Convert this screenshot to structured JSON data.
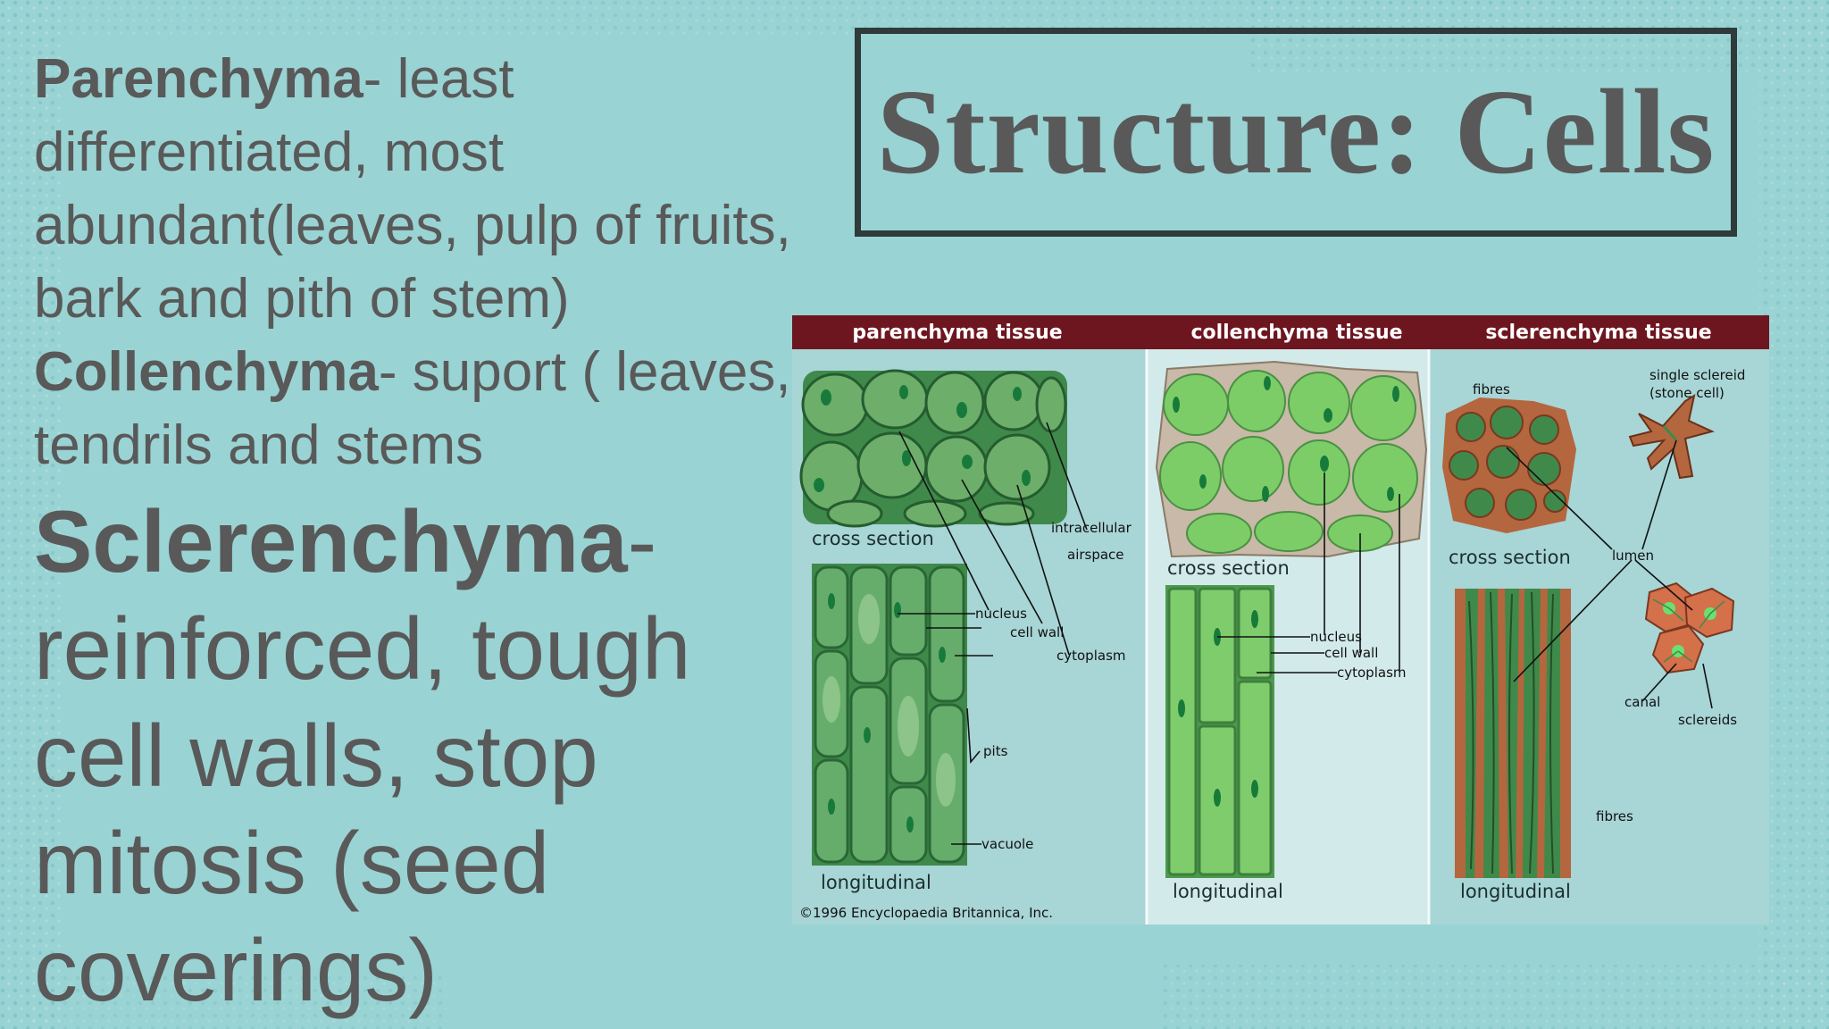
{
  "slide": {
    "title": "Structure: Cells",
    "paragraphs": [
      {
        "term": "Parenchyma",
        "description": "- least differentiated, most abundant(leaves, pulp of fruits, bark and pith of stem)"
      },
      {
        "term": "Collenchyma",
        "description": "- suport ( leaves, tendrils and stems"
      },
      {
        "term": "Sclerenchyma",
        "description": "- reinforced, tough cell walls, stop mitosis (seed coverings)"
      }
    ]
  },
  "figure": {
    "panels": [
      {
        "header": "parenchyma tissue",
        "cross_label": "cross section",
        "long_label": "longitudinal"
      },
      {
        "header": "collenchyma tissue",
        "cross_label": "cross section",
        "long_label": "longitudinal"
      },
      {
        "header": "sclerenchyma tissue",
        "cross_label": "cross section",
        "long_label": "longitudinal"
      }
    ],
    "labels": {
      "intracellular": "intracellular",
      "airspace": "airspace",
      "nucleus": "nucleus",
      "cell_wall": "cell wall",
      "cytoplasm": "cytoplasm",
      "pits": "pits",
      "vacuole": "vacuole",
      "fibres": "fibres",
      "single_sclereid": "single sclereid",
      "stone_cell": "(stone cell)",
      "lumen": "lumen",
      "canal": "canal",
      "sclereids": "sclereids"
    },
    "copyright": "©1996 Encyclopaedia Britannica, Inc.",
    "colors": {
      "header_bar": "#6e1620",
      "panel_bg": "#a8d5d6",
      "middle_panel_bg": "#d3eaea",
      "cell_fill": "#57a55c",
      "cell_fill_light": "#7ccd68",
      "sclerenchyma_wall": "#b4663e",
      "nucleus": "#187a3a"
    }
  }
}
